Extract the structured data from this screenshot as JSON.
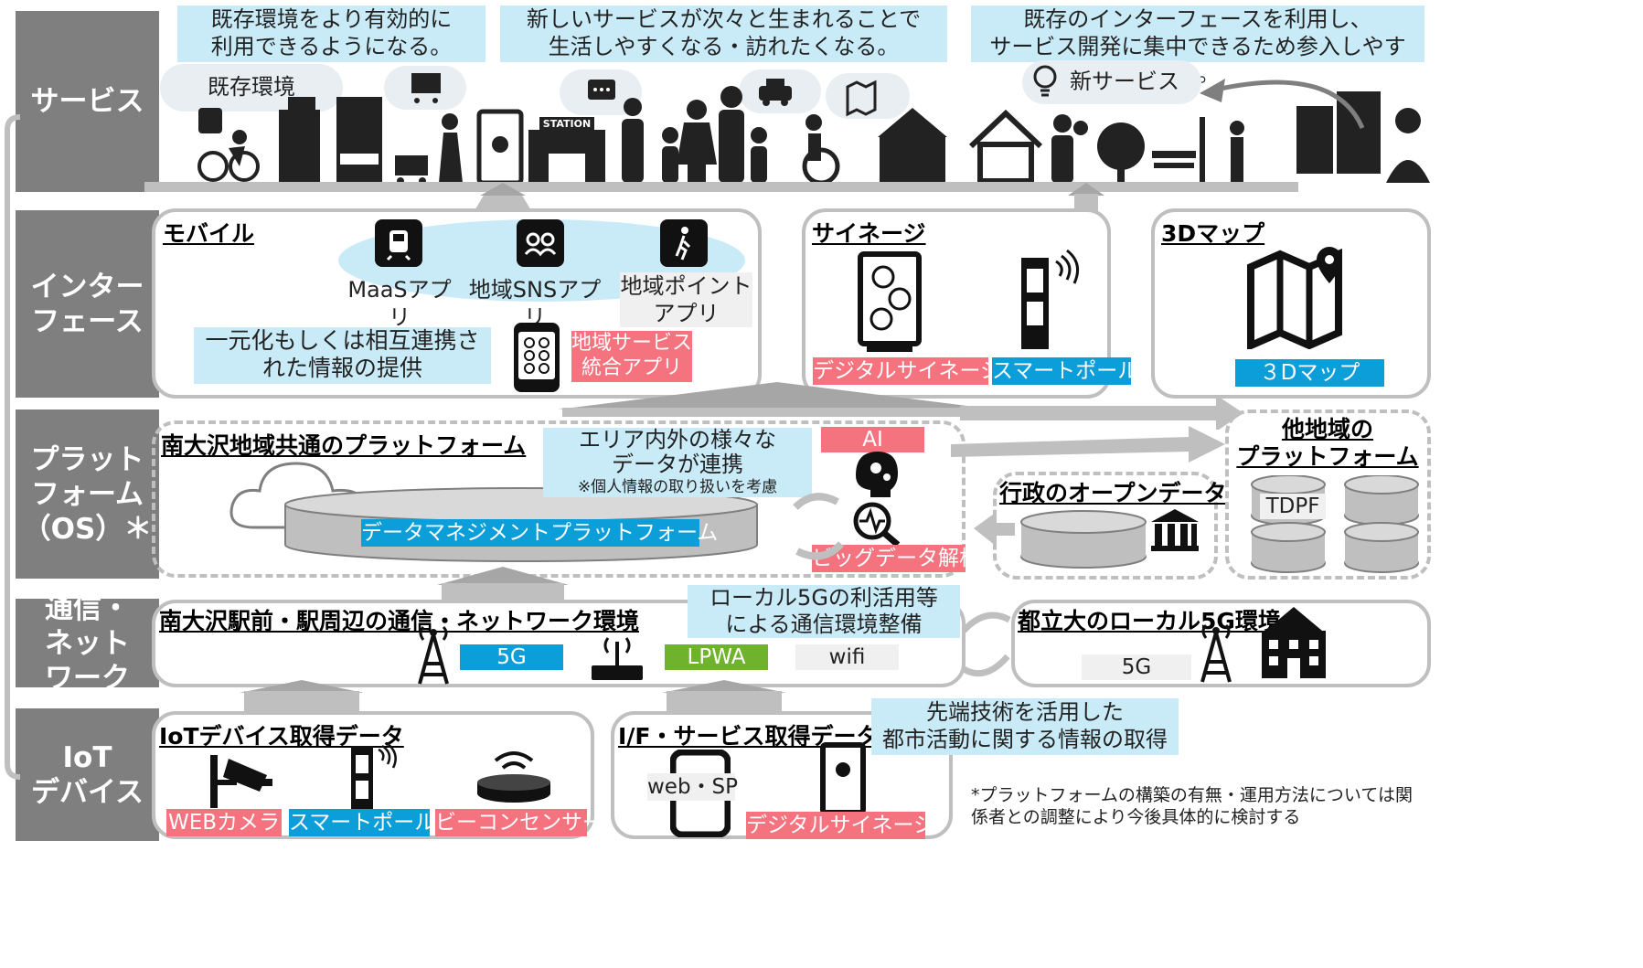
{
  "layers": {
    "service": "サービス",
    "interface": "インター\nフェース",
    "platform": "プラット\nフォーム\n（OS）＊",
    "network": "通信・\nネット\nワーク",
    "iot": "IoT\nデバイス"
  },
  "service_row": {
    "callout_left": "既存環境をより有効的に\n利用できるようになる。",
    "callout_center": "新しいサービスが次々と生まれることで\n生活しやすくなる・訪れたくなる。",
    "callout_right": "既存のインターフェースを利用し、\nサービス開発に集中できるため参入しやすい。",
    "bubble_existing": "既存環境",
    "bubble_new": "新サービス",
    "station_sign": "STATION"
  },
  "interface_row": {
    "mobile_title": "モバイル",
    "apps": [
      "MaaSアプリ",
      "地域SNSアプリ",
      "地域ポイント\nアプリ"
    ],
    "integration_text": "一元化もしくは相互連携さ\nれた情報の提供",
    "integrated_app": "地域サービス\n統合アプリ",
    "signage_title": "サイネージ",
    "digital_signage": "デジタルサイネージ",
    "smart_pole": "スマートポール",
    "map_title": "3Dマップ",
    "map_tag": "３Dマップ"
  },
  "platform_row": {
    "main_title": "南大沢地域共通のプラットフォーム",
    "data_link": "エリア内外の様々な\nデータが連携",
    "data_link_note": "※個人情報の取り扱いを考慮",
    "dmp": "データマネジメントプラットフォーム",
    "ai": "AI",
    "bigdata": "ビッグデータ解析",
    "open_data_title": "行政のオープンデータ",
    "other_title": "他地域の\nプラットフォーム",
    "tdpf": "TDPF"
  },
  "network_row": {
    "title": "南大沢駅前・駅周辺の通信・ネットワーク環境",
    "local5g_text": "ローカル5Gの利活用等\nによる通信環境整備",
    "tag_5g": "5G",
    "tag_lpwa": "LPWA",
    "tag_wifi": "wifi",
    "univ_title": "都立大のローカル5G環境",
    "univ_5g": "5G"
  },
  "iot_row": {
    "iot_title": "IoTデバイス取得データ",
    "web_camera": "WEBカメラ",
    "smart_pole": "スマートポール",
    "beacon": "ビーコンセンサー",
    "if_title": "I/F・サービス取得データ",
    "web_sp": "web・SP",
    "digital_signage": "デジタルサイネージ",
    "advanced_text": "先端技術を活用した\n都市活動に関する情報の取得",
    "footnote": "*プラットフォームの構築の有無・運用方法については関\n係者との調整により今後具体的に検討する"
  }
}
